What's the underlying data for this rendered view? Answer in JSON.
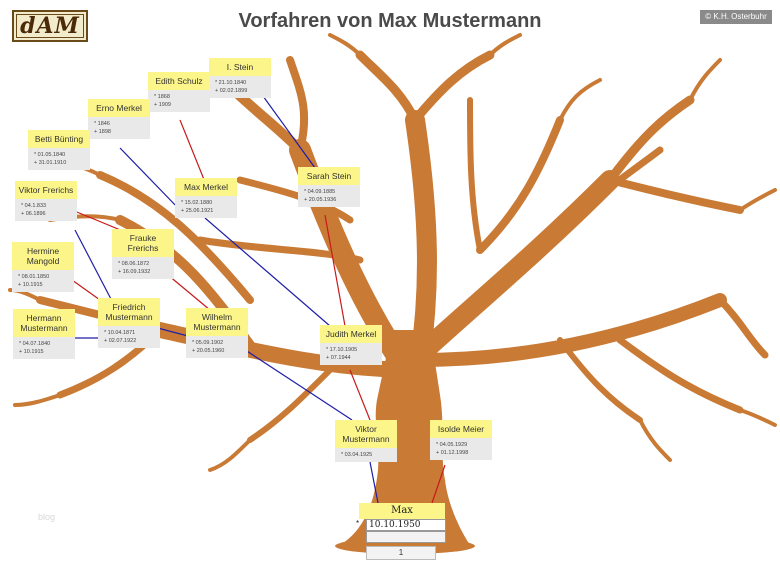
{
  "logo": "dAM",
  "title": "Vorfahren von Max Mustermann",
  "copyright": "© K.H. Osterbuhr",
  "watermark": "blog",
  "colors": {
    "tree": "#c97a35",
    "card_name": "#fbf58a",
    "card_dates": "#e9e9e9",
    "paternal_line": "#1f1fa8",
    "maternal_line": "#c81a1a"
  },
  "root": {
    "name": "Max Mustermann",
    "birth_symbol": "*",
    "birth": "10.10.1950",
    "page": "1"
  },
  "people": {
    "stein": {
      "name": "I. Stein",
      "birth": "* 21.10.1840",
      "death": "+ 02.02.1899"
    },
    "edith": {
      "name": "Edith Schulz",
      "birth": "* 1868",
      "death": "+ 1909"
    },
    "erno": {
      "name": "Erno Merkel",
      "birth": "* 1846",
      "death": "+ 1898"
    },
    "betti": {
      "name": "Betti Bünting",
      "birth": "* 01.05.1840",
      "death": "+ 31.01.1910"
    },
    "viktor_f": {
      "name": "Viktor Frerichs",
      "birth": "* 04.1.833",
      "death": "+ 06.1896"
    },
    "max_m": {
      "name": "Max Merkel",
      "birth": "* 15.02.1880",
      "death": "+ 25.06.1921"
    },
    "sarah": {
      "name": "Sarah Stein",
      "birth": "* 04.09.1885",
      "death": "+ 20.05.1936"
    },
    "hermine": {
      "name": "Hermine Mangold",
      "birth": "* 08.01.1850",
      "death": "+ 10.1915"
    },
    "frauke": {
      "name": "Frauke Frerichs",
      "birth": "* 08.06.1872",
      "death": "+ 16.09.1932"
    },
    "hermann": {
      "name": "Hermann Mustermann",
      "birth": "* 04.07.1840",
      "death": "+ 10.1915"
    },
    "friedrich": {
      "name": "Friedrich Mustermann",
      "birth": "* 10.04.1871",
      "death": "+ 02.07.1922"
    },
    "wilhelm": {
      "name": "Wilhelm Mustermann",
      "birth": "* 05.09.1902",
      "death": "+ 20.05.1960"
    },
    "judith": {
      "name": "Judith Merkel",
      "birth": "* 17.10.1905",
      "death": "+ 07.1944"
    },
    "viktor_m": {
      "name": "Viktor Mustermann",
      "birth": "* 03.04.1925",
      "death": ""
    },
    "isolde": {
      "name": "Isolde Meier",
      "birth": "* 04.05.1929",
      "death": "+ 01.12.1998"
    }
  }
}
